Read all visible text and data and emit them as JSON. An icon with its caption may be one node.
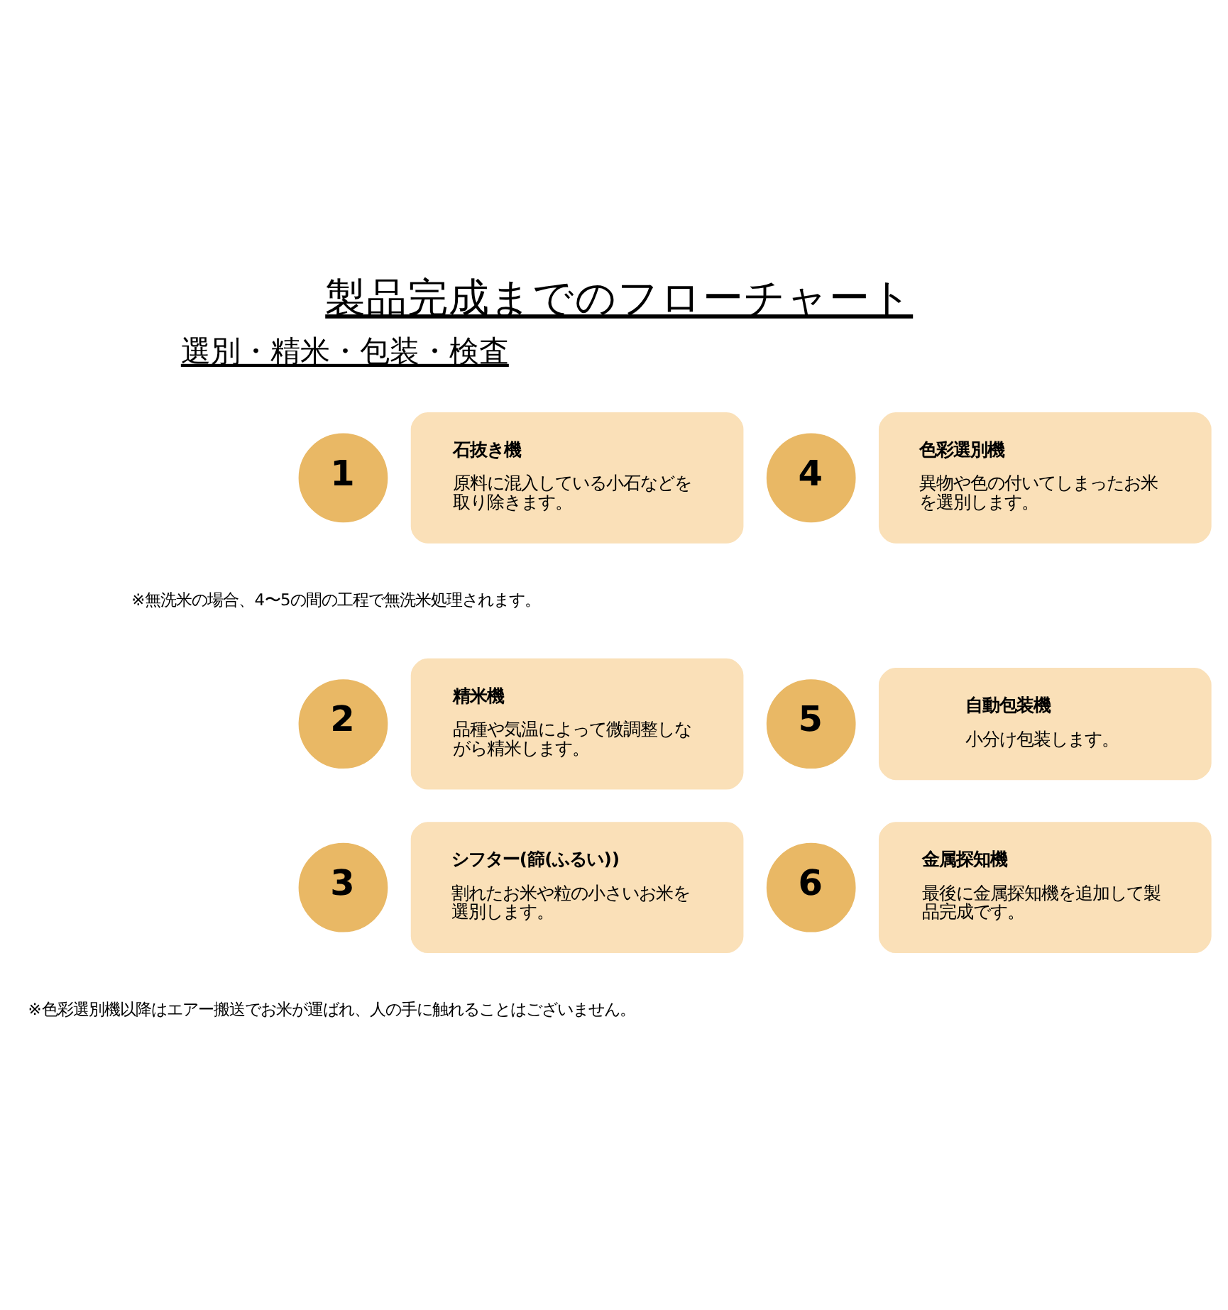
{
  "diagram": {
    "title": "製品完成までのフローチャート",
    "nodes": [
      {
        "text": [
          "1"
        ]
      },
      {
        "text": [
          "石抜き機",
          "原料に混入している小石などを取り除きます。"
        ]
      },
      {
        "text": [
          "4"
        ]
      },
      {
        "text": [
          "色彩選別機",
          "異物や色の付いてしまったお米を選別します。"
        ]
      },
      {
        "text": [
          "2"
        ]
      },
      {
        "text": [
          "精米機",
          "品種や気温によって微調整しながら精米します。"
        ]
      },
      {
        "text": [
          "5"
        ]
      },
      {
        "text": [
          "自動包装機",
          "小分け包装します。"
        ]
      },
      {
        "text": [
          "3"
        ]
      },
      {
        "text": [
          "シフター(篩(ふるい))",
          "割れたお米や粒の小さいお米を選別します。"
        ]
      },
      {
        "text": [
          "6"
        ]
      },
      {
        "text": [
          "金属探知機",
          "最後に金属探知機を追加して製品完成です。"
        ]
      }
    ],
    "edges": [],
    "labels": [
      "選別・精米・包装・検査",
      "※無洗米の場合、4〜5の間の工程で無洗米処理されます。",
      "※色彩選別機以降はエアー搬送でお米が運ばれ、人の手に触れることはございません。"
    ]
  }
}
